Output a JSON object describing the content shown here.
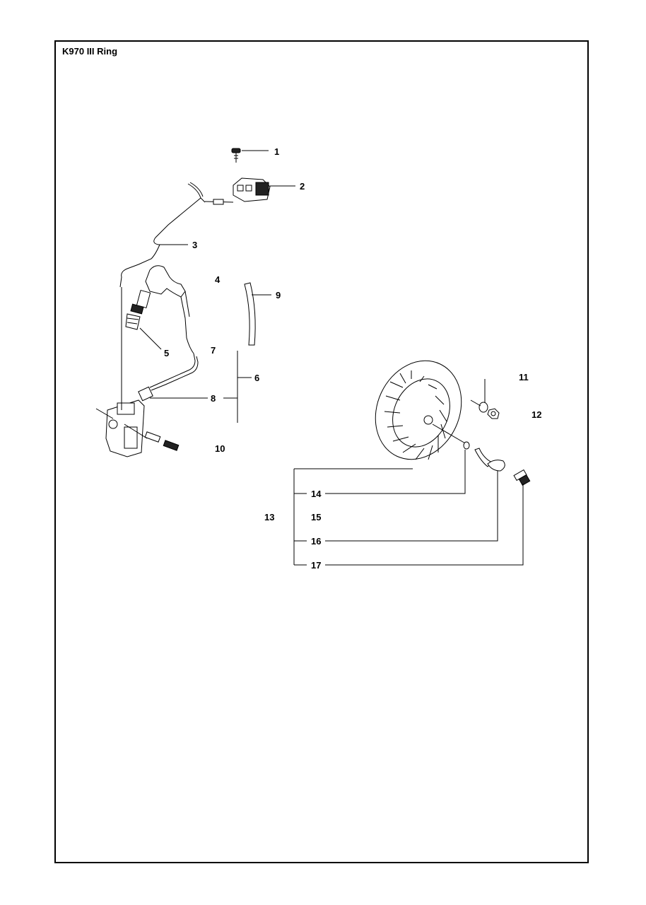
{
  "title": "K970 III Ring",
  "callouts": {
    "c1": "1",
    "c2": "2",
    "c3": "3",
    "c4": "4",
    "c5": "5",
    "c6": "6",
    "c7": "7",
    "c8": "8",
    "c9": "9",
    "c10": "10",
    "c11": "11",
    "c12": "12",
    "c13": "13",
    "c14": "14",
    "c15": "15",
    "c16": "16",
    "c17": "17"
  }
}
